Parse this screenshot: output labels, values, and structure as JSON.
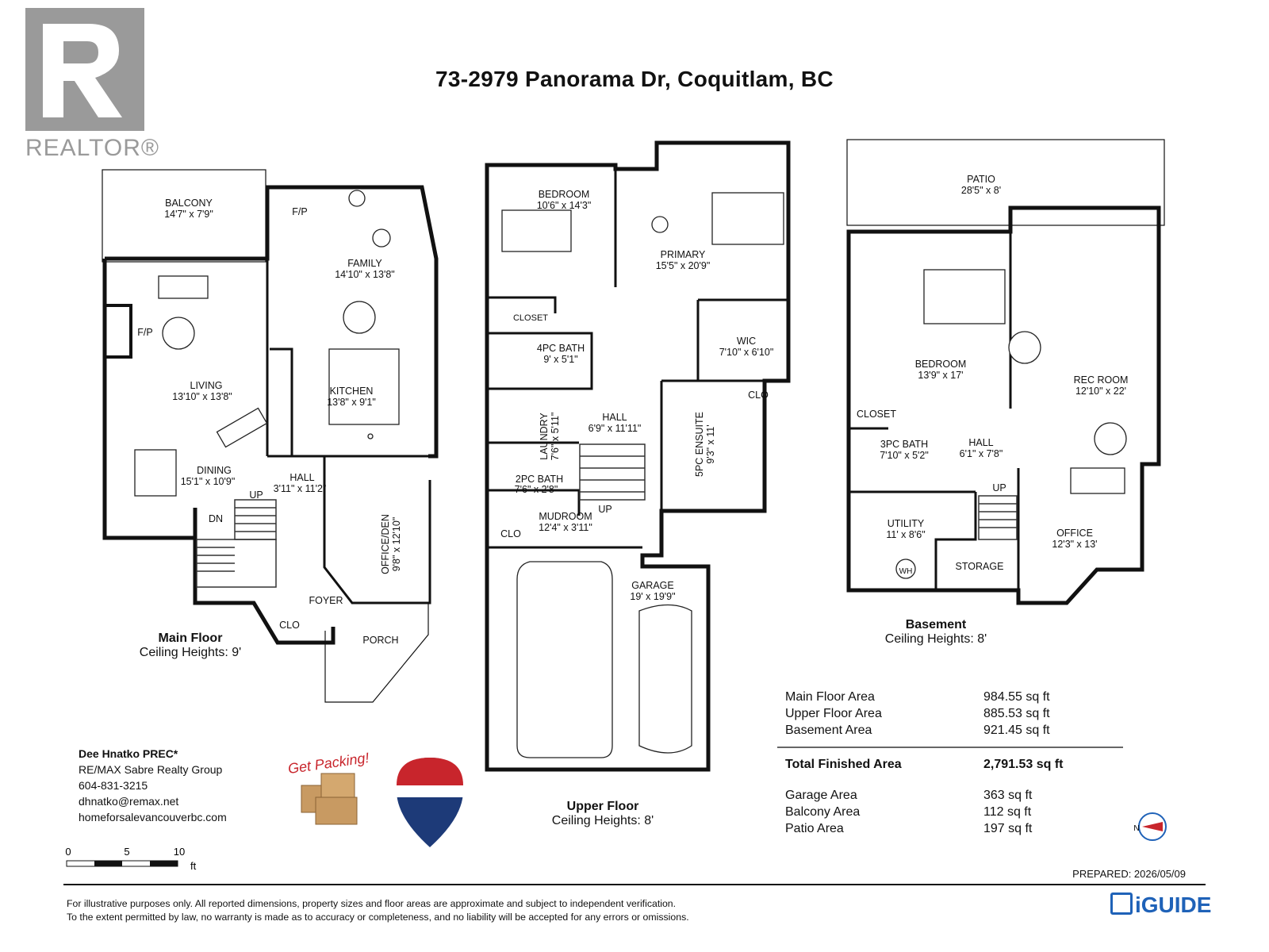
{
  "header": {
    "logo_text": "REALTOR®",
    "address": "73-2979 Panorama Dr, Coquitlam, BC"
  },
  "main_floor": {
    "name": "Main Floor",
    "ceiling": "Ceiling Heights: 9'",
    "rooms": [
      {
        "name": "BALCONY",
        "dims": "14'7\" x 7'9\""
      },
      {
        "name": "FAMILY",
        "dims": "14'10\" x 13'8\""
      },
      {
        "name": "LIVING",
        "dims": "13'10\" x 13'8\""
      },
      {
        "name": "KITCHEN",
        "dims": "13'8\" x 9'1\""
      },
      {
        "name": "DINING",
        "dims": "15'1\" x 10'9\""
      },
      {
        "name": "HALL",
        "dims": "3'11\" x 11'2\""
      },
      {
        "name": "OFFICE/DEN",
        "dims": "9'8\" x 12'10\""
      }
    ],
    "labels": [
      "F/P",
      "F/P",
      "UP",
      "DN",
      "FOYER",
      "CLO",
      "PORCH"
    ]
  },
  "upper_floor": {
    "name": "Upper Floor",
    "ceiling": "Ceiling Heights: 8'",
    "rooms": [
      {
        "name": "BEDROOM",
        "dims": "10'6\" x 14'3\""
      },
      {
        "name": "PRIMARY",
        "dims": "15'5\" x 20'9\""
      },
      {
        "name": "4PC BATH",
        "dims": "9' x 5'1\""
      },
      {
        "name": "WIC",
        "dims": "7'10\" x 6'10\""
      },
      {
        "name": "HALL",
        "dims": "6'9\" x 11'11\""
      },
      {
        "name": "LAUNDRY",
        "dims": "7'6\" x 5'11\""
      },
      {
        "name": "5PC ENSUITE",
        "dims": "9'3\" x 11'"
      },
      {
        "name": "2PC BATH",
        "dims": "7'6\" x 2'8\""
      },
      {
        "name": "MUDROOM",
        "dims": "12'4\" x 3'11\""
      },
      {
        "name": "GARAGE",
        "dims": "19' x 19'9\""
      }
    ],
    "labels": [
      "CLOSET",
      "CLO",
      "CLO",
      "UP"
    ]
  },
  "basement": {
    "name": "Basement",
    "ceiling": "Ceiling Heights: 8'",
    "rooms": [
      {
        "name": "PATIO",
        "dims": "28'5\" x 8'"
      },
      {
        "name": "BEDROOM",
        "dims": "13'9\" x 17'"
      },
      {
        "name": "REC ROOM",
        "dims": "12'10\" x 22'"
      },
      {
        "name": "3PC BATH",
        "dims": "7'10\" x 5'2\""
      },
      {
        "name": "HALL",
        "dims": "6'1\" x 7'8\""
      },
      {
        "name": "UTILITY",
        "dims": "11' x 8'6\""
      },
      {
        "name": "OFFICE",
        "dims": "12'3\" x 13'"
      }
    ],
    "labels": [
      "CLOSET",
      "UP",
      "STORAGE",
      "WH"
    ]
  },
  "agent": {
    "name": "Dee Hnatko PREC*",
    "company": "RE/MAX Sabre Realty Group",
    "phone": "604-831-3215",
    "email": "dhnatko@remax.net",
    "website": "homeforsalevancouverbc.com",
    "badge_text": "Get Packing!"
  },
  "areas": {
    "rows": [
      {
        "label": "Main Floor Area",
        "value": "984.55 sq ft"
      },
      {
        "label": "Upper Floor Area",
        "value": "885.53 sq ft"
      },
      {
        "label": "Basement Area",
        "value": "921.45 sq ft"
      }
    ],
    "total": {
      "label": "Total Finished Area",
      "value": "2,791.53 sq ft"
    },
    "extra": [
      {
        "label": "Garage Area",
        "value": "363 sq ft"
      },
      {
        "label": "Balcony Area",
        "value": "112 sq ft"
      },
      {
        "label": "Patio Area",
        "value": "197 sq ft"
      }
    ]
  },
  "scale": {
    "labels": [
      "0",
      "5",
      "10"
    ],
    "unit": "ft"
  },
  "compass": {
    "label": "N"
  },
  "prepared": "PREPARED: 2026/05/09",
  "disclaimer": {
    "line1": "For illustrative purposes only. All reported dimensions, property sizes and floor areas are approximate and subject to independent verification.",
    "line2": "To the extent permitted by law, no warranty is made as to accuracy or completeness, and no liability will be accepted for any errors or omissions."
  },
  "brand": "iGUIDE",
  "colors": {
    "wall": "#111111",
    "remax_red": "#c8252c",
    "remax_blue": "#1d3a78",
    "iguide": "#1f62b8",
    "logo_gray": "#9a9a9a"
  }
}
